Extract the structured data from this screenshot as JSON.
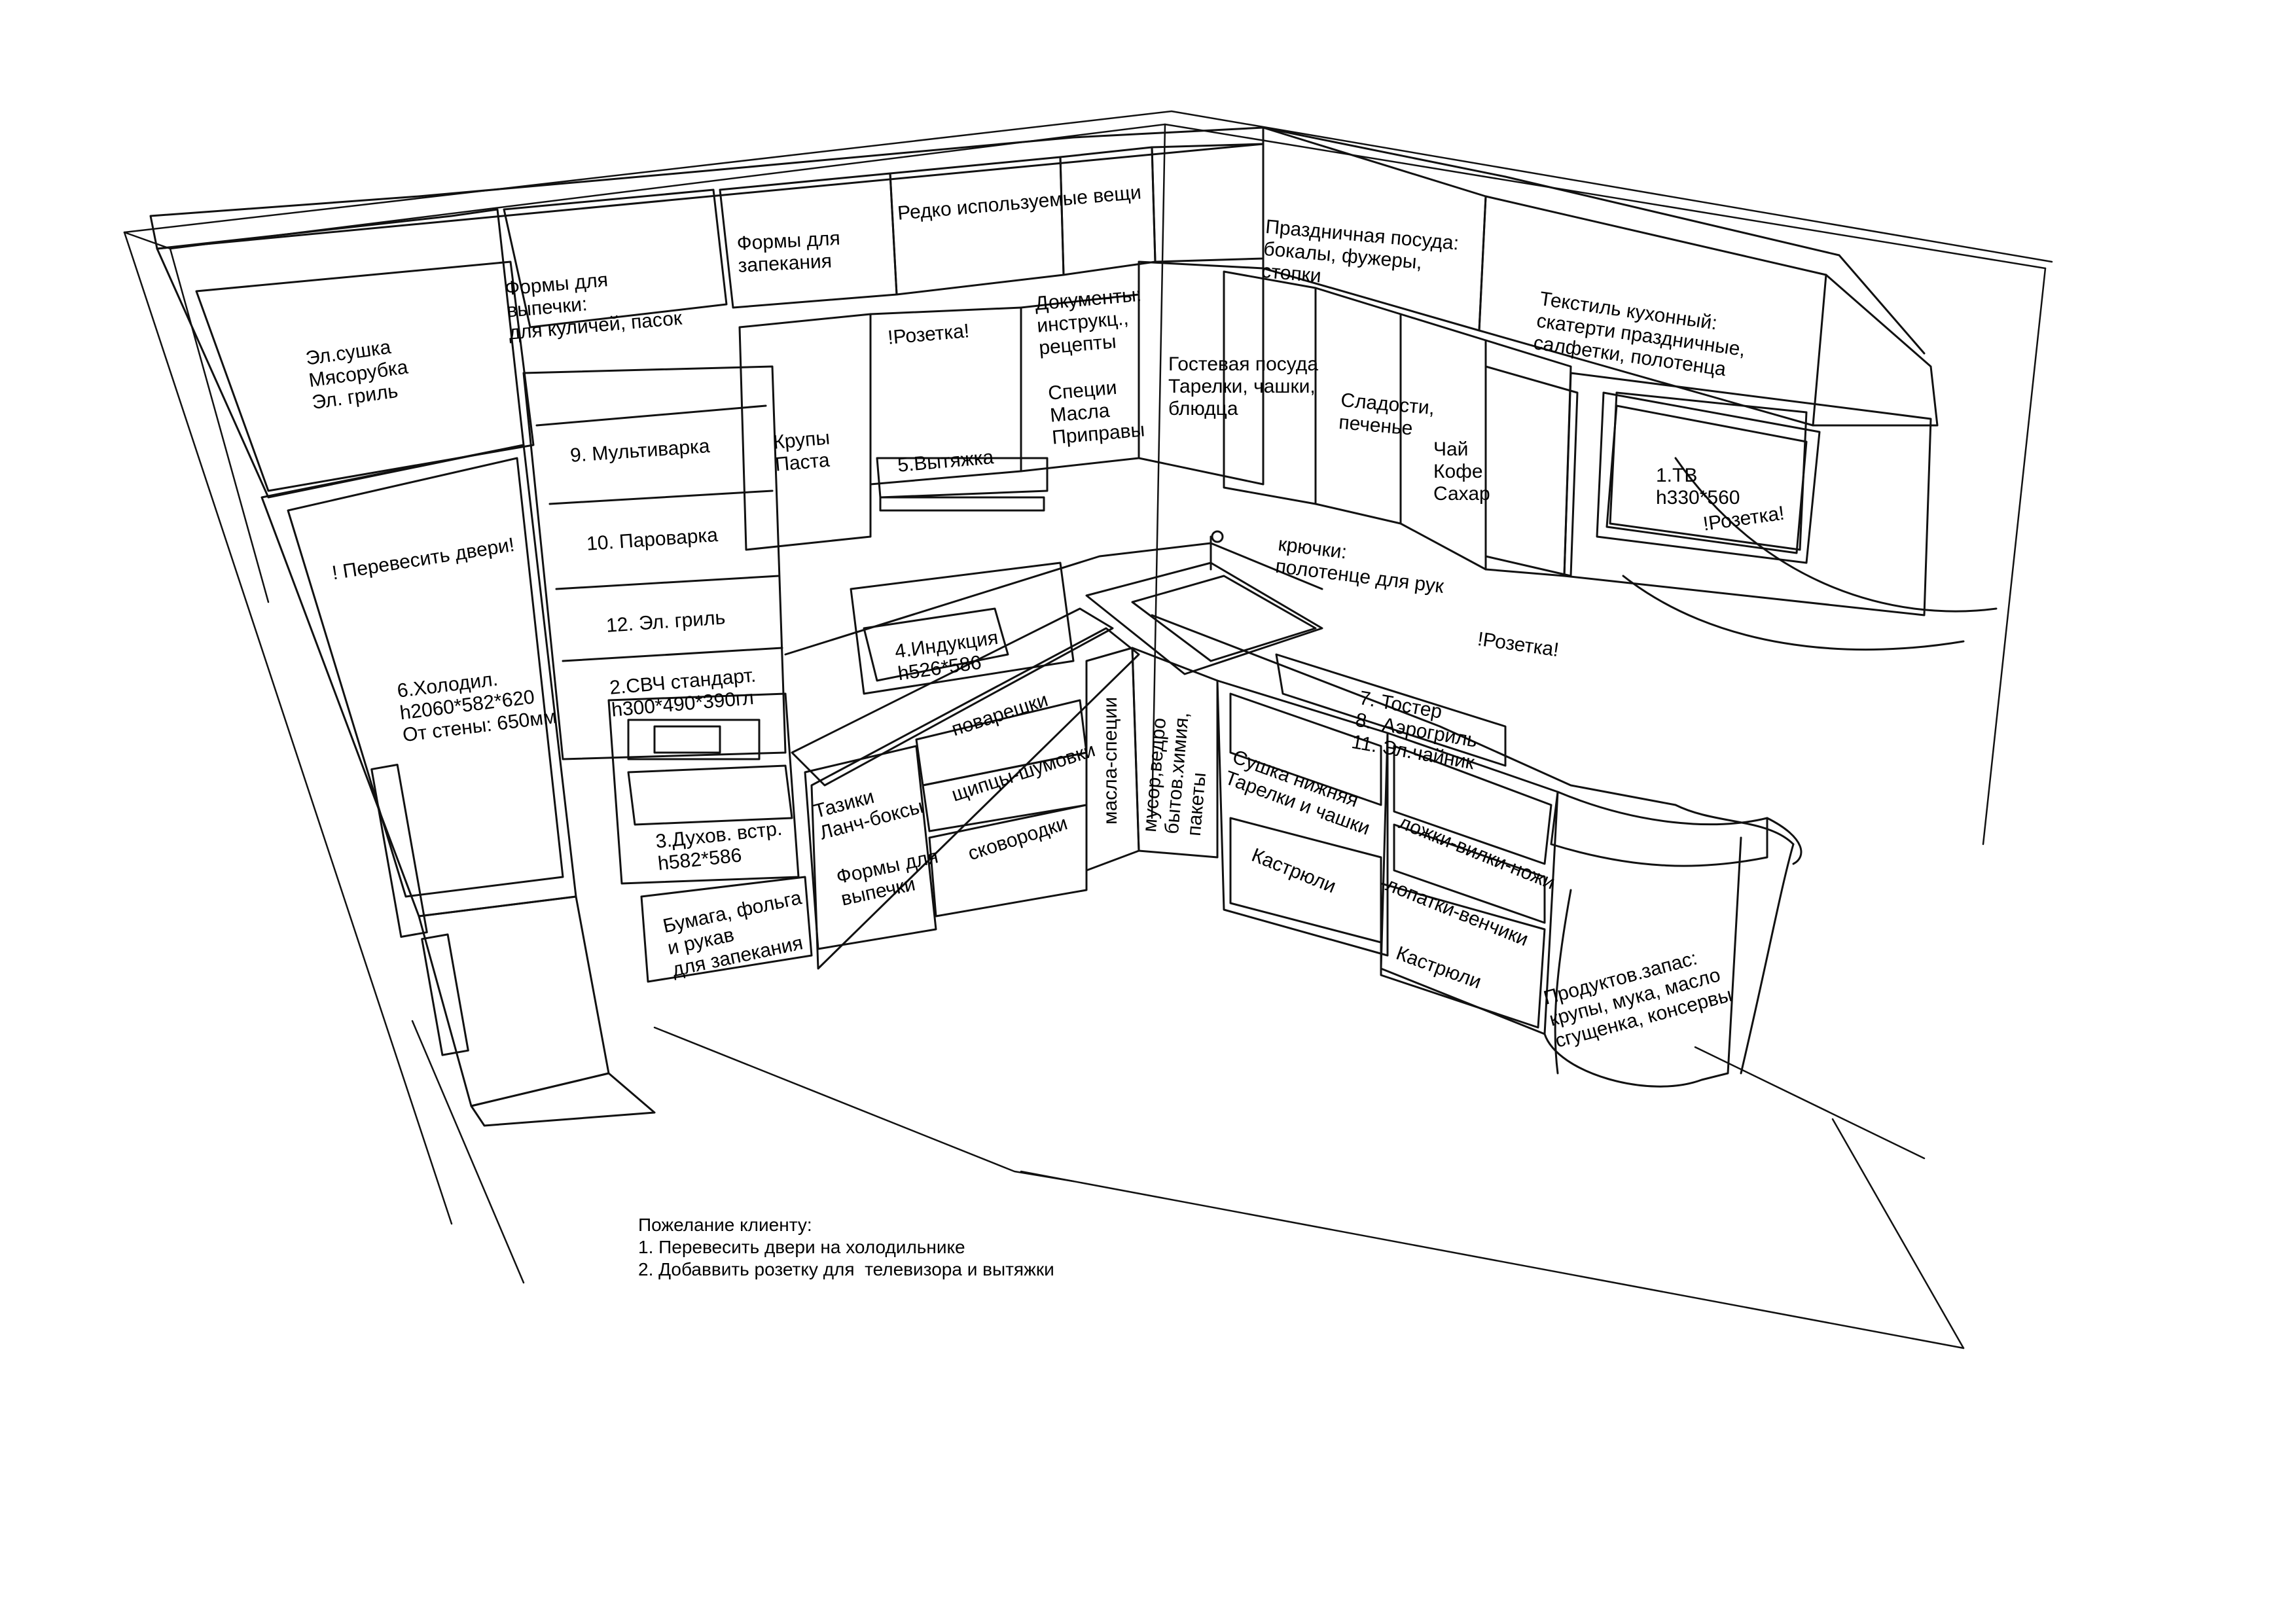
{
  "labels": {
    "upper_left_cabinet": "Эл.сушка\nМясорубка\nЭл. гриль",
    "baking_molds_top": "Формы для\nвыпечки:\nдля куличей, пасок",
    "baking_casserole": "Формы для\nзапекания",
    "rarely_used": "Редко используемые вещи",
    "festive_dishes": "Праздничная посуда:\nбокалы, фужеры,\nстопки",
    "textile": "Текстиль кухонный:\nскатерти праздничные,\nсалфетки, полотенца",
    "outlet_hood": "!Розетка!",
    "documents": "Документы:\nинструкц.,\nрецепты",
    "spices_oils": "Специи\nМасла\nПриправы",
    "guest_dishes": "Гостевая посуда\nТарелки, чашки,\nблюдца",
    "sweets": "Сладости,\nпеченье",
    "tea_coffee": "Чай\nКофе\nСахар",
    "tv": "1.ТВ\nh330*560",
    "outlet_tv": "!Розетка!",
    "grains_pasta": "Крупы\nПаста",
    "hood": "5.Вытяжка",
    "multicooker": "9. Мультиварка",
    "steamer": "10. Пароварка",
    "grill": "12. Эл. гриль",
    "microwave": "2.СВЧ стандарт.\nh300*490*390гл",
    "rehang_doors": "! Перевесить двери!",
    "fridge": "6.Холодил.\nh2060*582*620\nОт стены: 650мм",
    "oven": "3.Духов. встр.\nh582*586",
    "paper_foil": "Бумага, фольга\nи рукав\nдля запекания",
    "hooks": "крючки:\nполотенце для рук",
    "outlet_wall": "!Розетка!",
    "induction": "4.Индукция\nh526*586",
    "ladles": "поварешки",
    "tongs": "щипцы-шумовки",
    "pans": "сковородки",
    "bowls": "Тазики\nЛанч-боксы",
    "baking_molds_low": "Формы для\nвыпечки",
    "oil_spices": "масла-специи",
    "trash": "мусор,ведро\nбытов.химия,\nпакеты",
    "appliances_small": "7. Тостер\n8.  Аэрогриль\n11. Эл.чайник",
    "dryer_lower": "Сушка нижняя\nТарелки и чашки",
    "pots_1": "Кастрюли",
    "cutlery": "ложки-вилки-ножи",
    "spatulas": "лопатки-венчики",
    "pots_2": "Кастрюли",
    "pantry": "Продуктов.запас:\nкрупы, мука, масло\nсгущенка, консервы"
  },
  "notes": {
    "title": "Пожелание клиенту:",
    "item1": "1. Перевесить двери на холодильнике",
    "item2": "2. Добаввить розетку для  телевизора и вытяжки"
  }
}
